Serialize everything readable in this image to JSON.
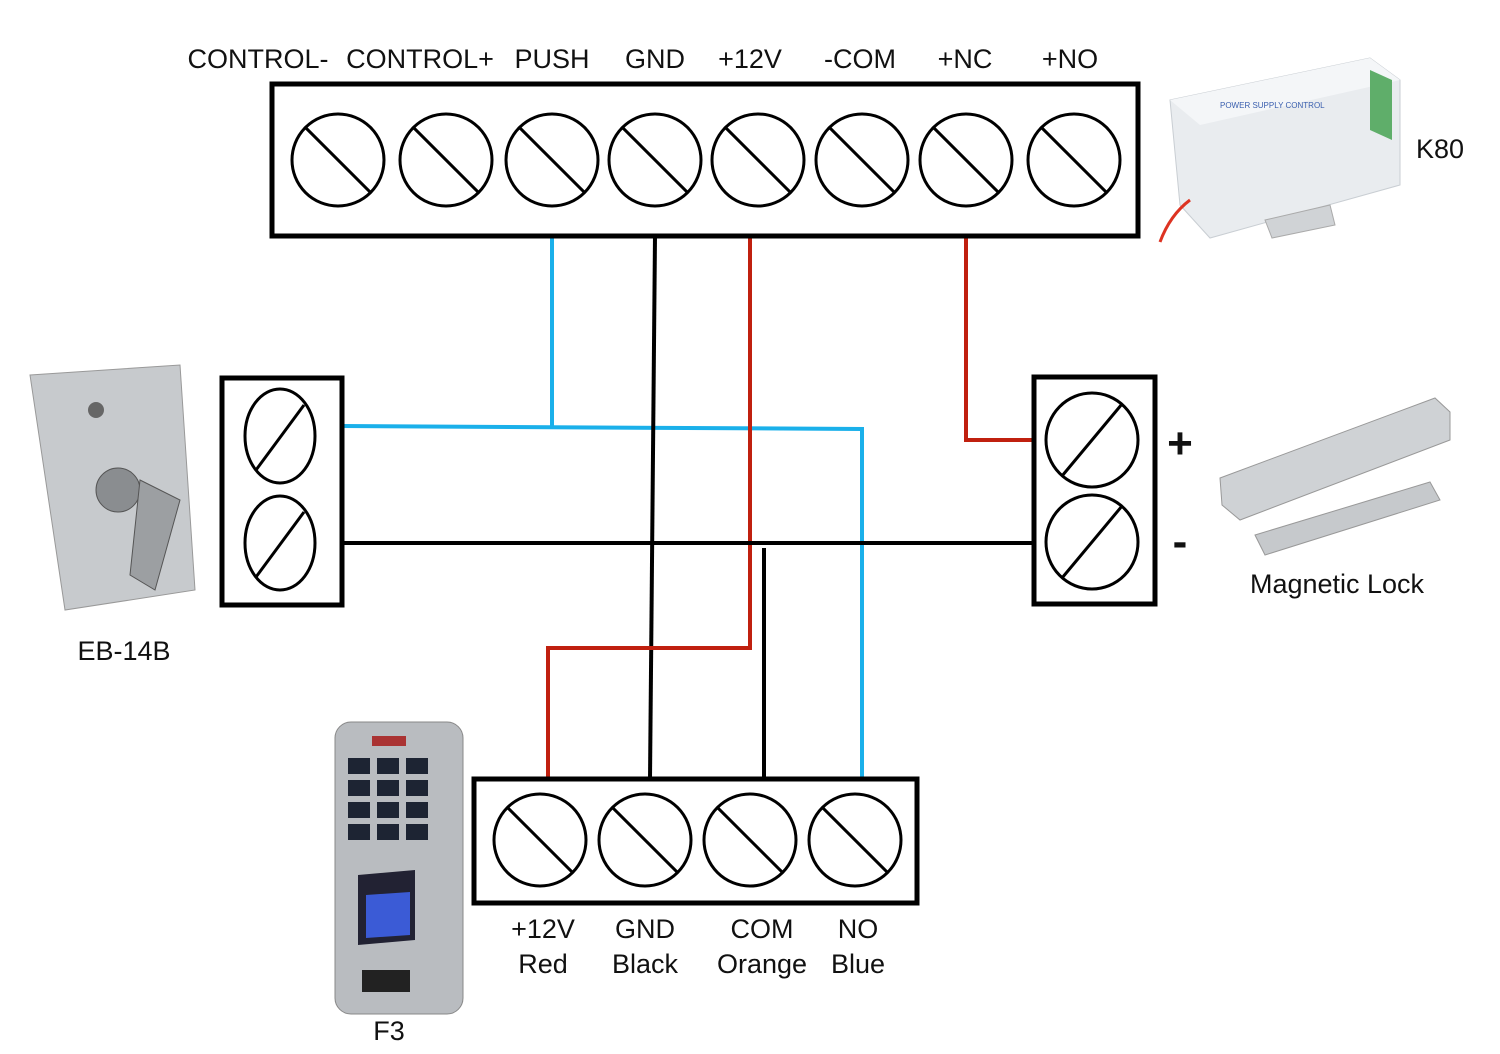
{
  "controller_terminals": [
    "CONTROL-",
    "CONTROL+",
    "PUSH",
    "GND",
    "+12V",
    "-COM",
    "+NC",
    "+NO"
  ],
  "devices": {
    "power_supply": "K80",
    "exit_button": "EB-14B",
    "lock": "Magnetic Lock",
    "reader": "F3"
  },
  "lock_polarity": {
    "plus": "+",
    "minus": "-"
  },
  "reader_terminals": [
    {
      "name": "+12V",
      "color": "Red"
    },
    {
      "name": "GND",
      "color": "Black"
    },
    {
      "name": "COM",
      "color": "Orange"
    },
    {
      "name": "NO",
      "color": "Blue"
    }
  ],
  "wire_colors": {
    "blue": "#1ab0ea",
    "red": "#c0200f",
    "black": "#000000"
  }
}
